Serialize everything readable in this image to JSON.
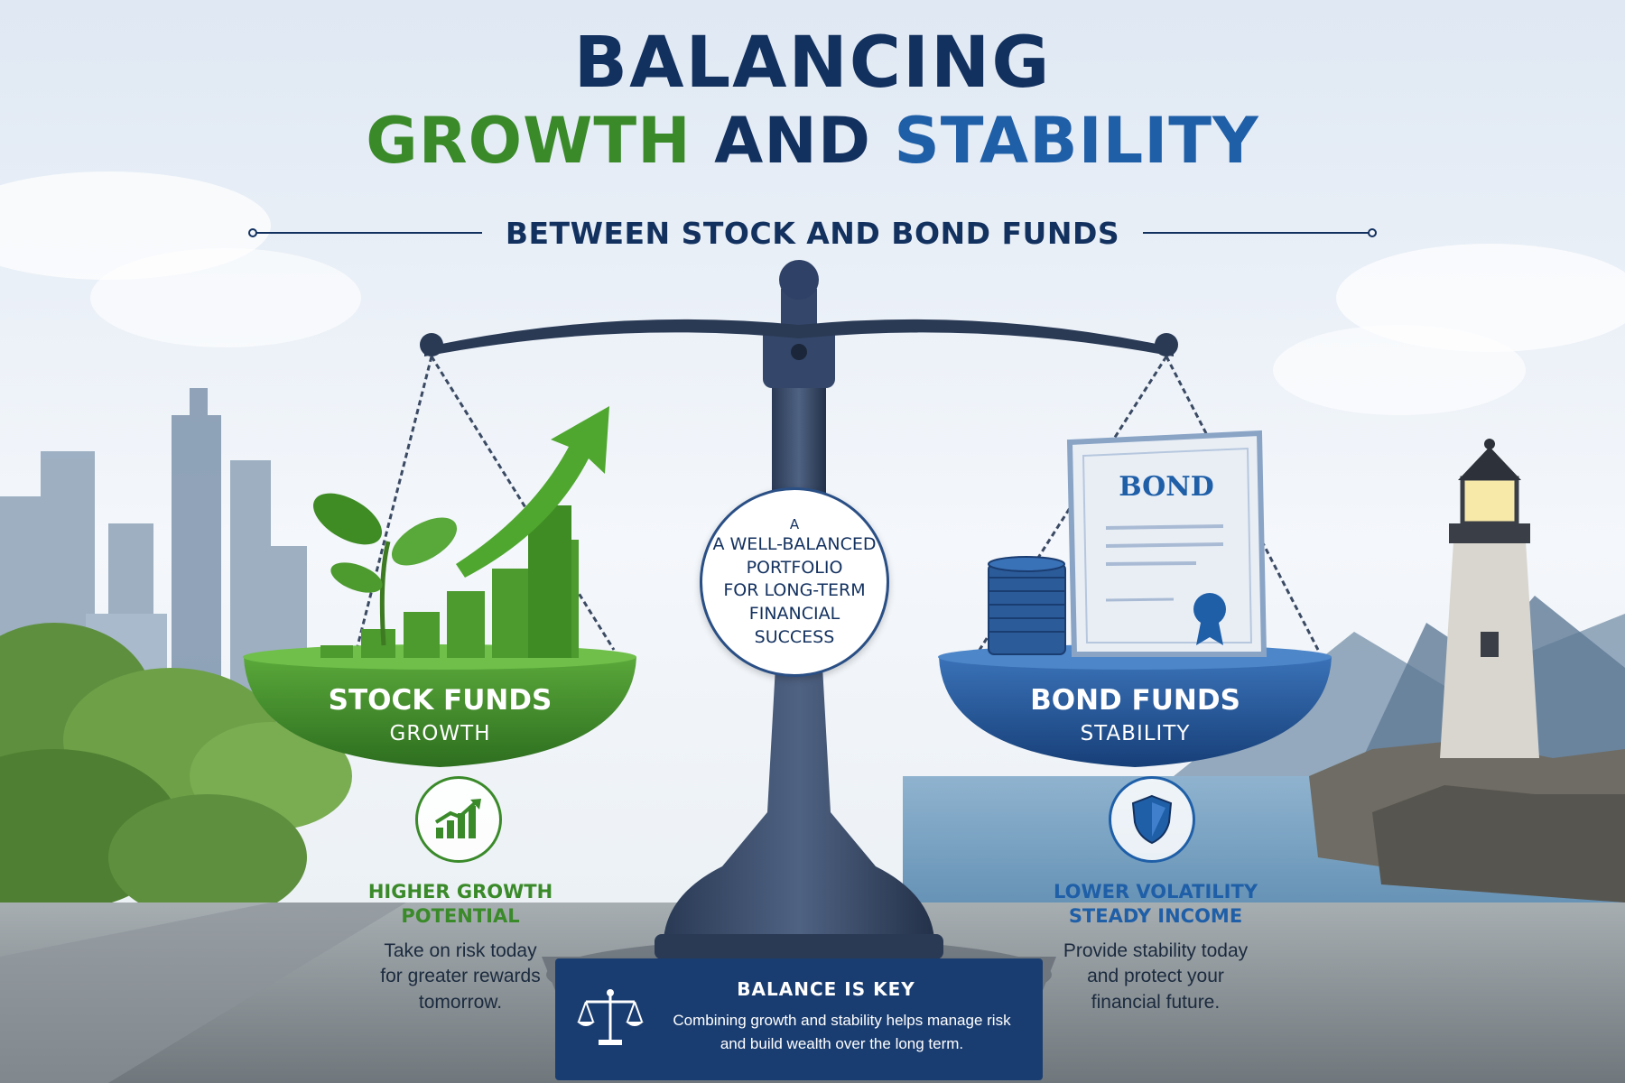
{
  "title": {
    "line1": "BALANCING",
    "line2_growth": "GROWTH",
    "line2_and": "AND",
    "line2_stability": "STABILITY",
    "subtitle": "BETWEEN STOCK AND BOND FUNDS"
  },
  "scale": {
    "center_message": [
      "A",
      "A WELL-BALANCED",
      "PORTFOLIO",
      "FOR LONG-TERM",
      "FINANCIAL",
      "SUCCESS"
    ],
    "bond_document_label": "BOND"
  },
  "left": {
    "pan_title": "STOCK FUNDS",
    "pan_subtitle": "GROWTH",
    "icon": "growth-chart-icon",
    "heading": [
      "HIGHER GROWTH",
      "POTENTIAL"
    ],
    "text": [
      "Take on risk today",
      "for greater rewards",
      "tomorrow."
    ],
    "color": "#3a8a2a"
  },
  "right": {
    "pan_title": "BOND FUNDS",
    "pan_subtitle": "STABILITY",
    "icon": "shield-icon",
    "heading": [
      "LOWER VOLATILITY",
      "STEADY INCOME"
    ],
    "text": [
      "Provide stability today",
      "and protect your",
      "financial future."
    ],
    "color": "#1f5fa8"
  },
  "base": {
    "icon": "balance-scale-icon",
    "title": "BALANCE IS KEY",
    "text": [
      "Combining growth and stability helps manage risk",
      "and build wealth over the long term."
    ]
  },
  "colors": {
    "navy": "#13315f",
    "green": "#3a8a2a",
    "blue": "#1f5fa8"
  }
}
